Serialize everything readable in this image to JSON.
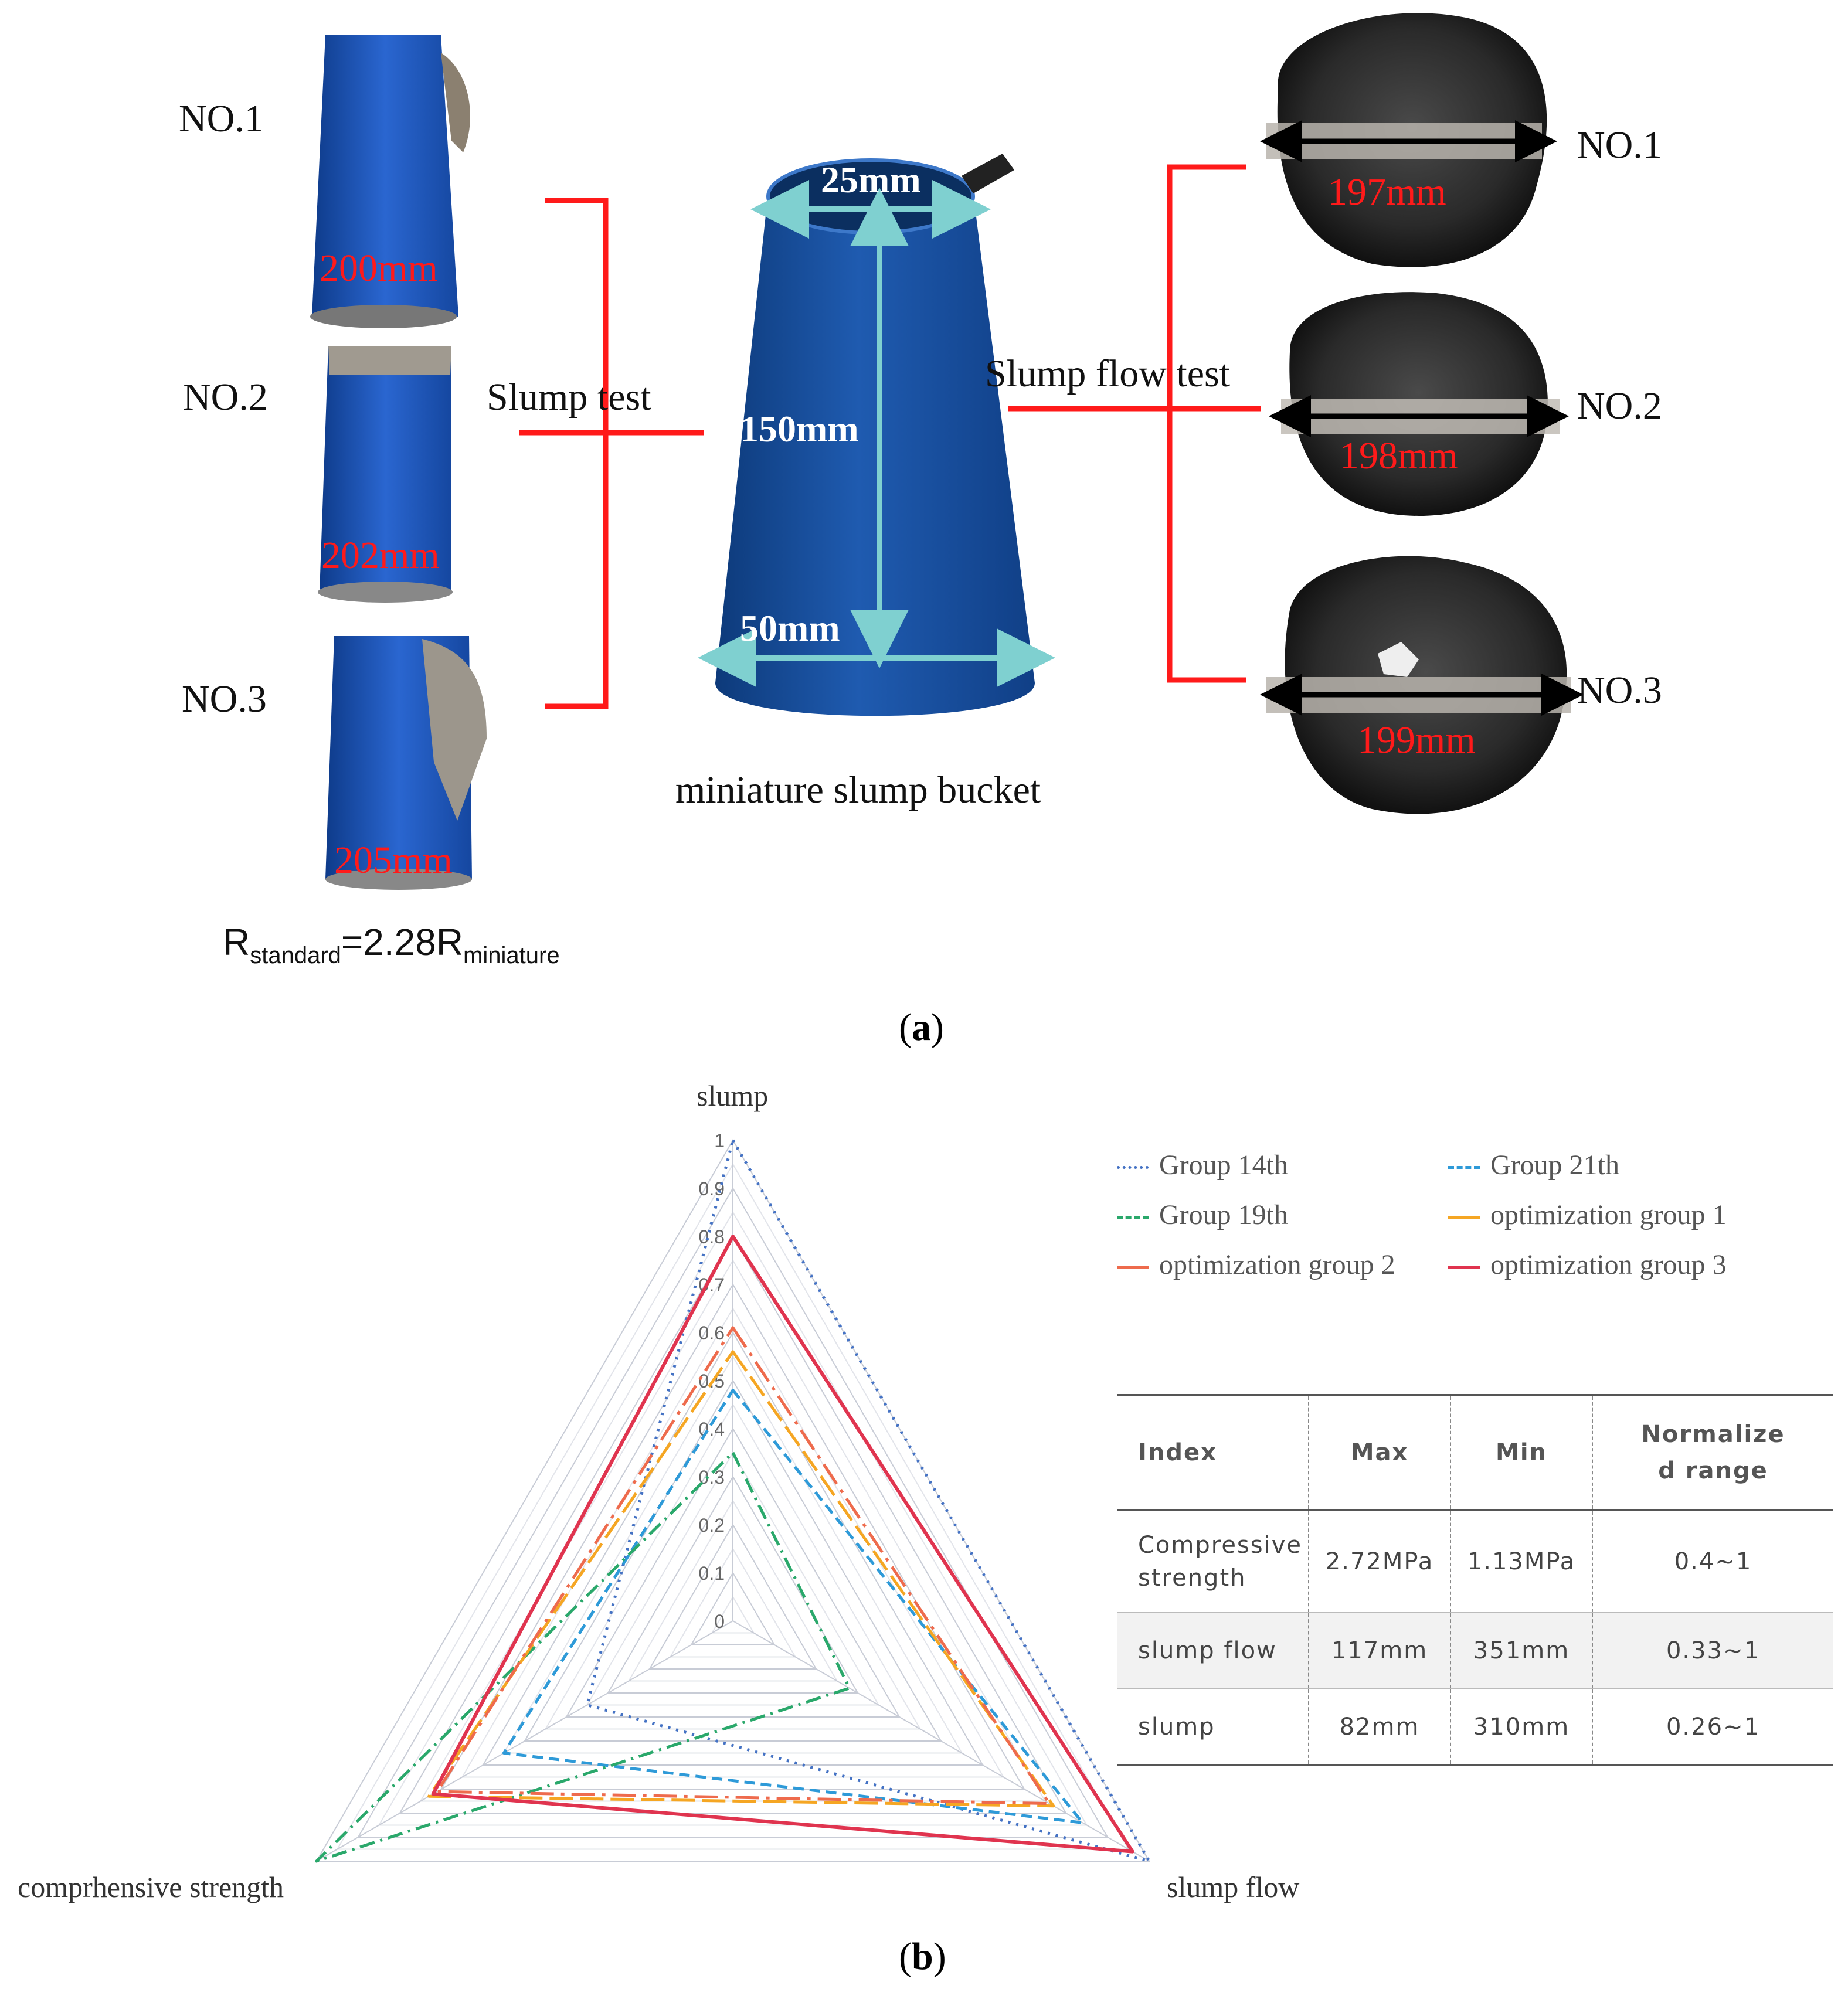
{
  "panel_a": {
    "left_labels": [
      "NO.1",
      "NO.2",
      "NO.3"
    ],
    "left_values": [
      "200mm",
      "202mm",
      "205mm"
    ],
    "slump_test": "Slump test",
    "bucket": {
      "top": "25mm",
      "height": "150mm",
      "bottom": "50mm",
      "caption": "miniature slump bucket"
    },
    "slump_flow_test": "Slump flow test",
    "right_labels": [
      "NO.1",
      "NO.2",
      "NO.3"
    ],
    "right_values": [
      "197mm",
      "198mm",
      "199mm"
    ],
    "formula": {
      "r1": "R",
      "sub1": "standard",
      "mid": "=2.28R",
      "sub2": "miniature"
    },
    "caption": {
      "open": "(",
      "letter": "a",
      "close": ")"
    }
  },
  "panel_b": {
    "axes": [
      "slump",
      "slump flow",
      "comprhensive strength"
    ],
    "ticks": [
      "0",
      "0.1",
      "0.2",
      "0.3",
      "0.4",
      "0.5",
      "0.6",
      "0.7",
      "0.8",
      "0.9",
      "1"
    ],
    "legend": [
      "Group 14th",
      "Group 21th",
      "Group 19th",
      "optimization group 1",
      "optimization group 2",
      "optimization group 3"
    ],
    "caption": {
      "open": "(",
      "letter": "b",
      "close": ")"
    },
    "table": {
      "headers": [
        "Index",
        "Max",
        "Min",
        "Normalize\nd range"
      ],
      "rows": [
        [
          "Compressive strength",
          "2.72MPa",
          "1.13MPa",
          "0.4~1"
        ],
        [
          "slump flow",
          "117mm",
          "351mm",
          "0.33~1"
        ],
        [
          "slump",
          "82mm",
          "310mm",
          "0.26~1"
        ]
      ]
    }
  },
  "chart_data": {
    "type": "radar",
    "axes": [
      "slump",
      "slump flow",
      "comprhensive strength"
    ],
    "range": [
      0,
      1
    ],
    "ticks": [
      0,
      0.1,
      0.2,
      0.3,
      0.4,
      0.5,
      0.6,
      0.7,
      0.8,
      0.9,
      1
    ],
    "series": [
      {
        "name": "Group 14th",
        "values": [
          1.0,
          1.0,
          0.35
        ],
        "color": "#4472c4",
        "dash": "4 10"
      },
      {
        "name": "Group 21th",
        "values": [
          0.48,
          0.84,
          0.55
        ],
        "color": "#2e9ad8",
        "dash": "18 10"
      },
      {
        "name": "Group 19th",
        "values": [
          0.35,
          0.28,
          1.0
        ],
        "color": "#2aa86b",
        "dash": "26 10 4 10"
      },
      {
        "name": "optimization group 1",
        "values": [
          0.56,
          0.77,
          0.73
        ],
        "color": "#f5a623",
        "dash": "40 12"
      },
      {
        "name": "optimization group 2",
        "values": [
          0.61,
          0.76,
          0.71
        ],
        "color": "#ee6b4d",
        "dash": "40 12 6 12"
      },
      {
        "name": "optimization group 3",
        "values": [
          0.8,
          0.96,
          0.72
        ],
        "color": "#e0344f",
        "dash": ""
      }
    ]
  }
}
